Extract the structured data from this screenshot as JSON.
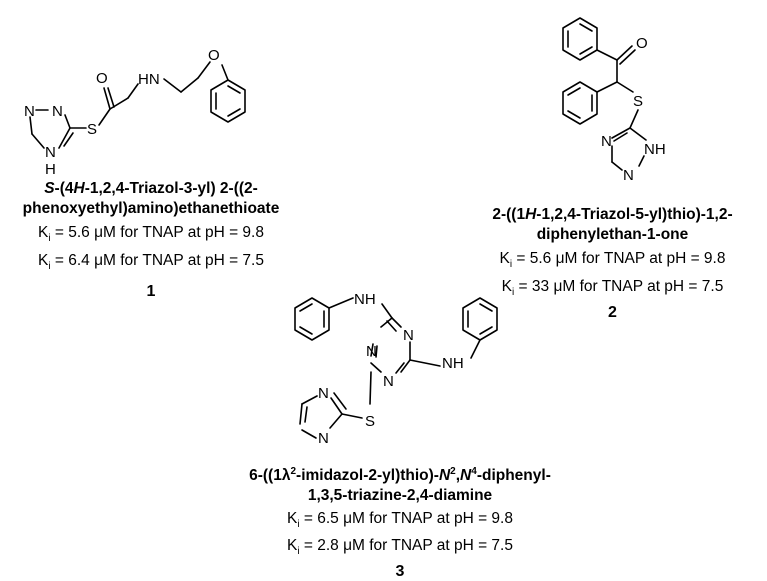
{
  "compounds": [
    {
      "number": "1",
      "name_line1_parts": [
        "S",
        "-(4",
        "H",
        "-1,2,4-Triazol-3-yl) 2-((2-"
      ],
      "name_line2": "phenoxyethyl)amino)ethanethioate",
      "ki": [
        {
          "prefix": "K",
          "sub": "i",
          "text": " = 5.6 μM for TNAP at pH = 9.8"
        },
        {
          "prefix": "K",
          "sub": "i",
          "text": " = 6.4 μM for TNAP at pH = 7.5"
        }
      ],
      "atom_labels": [
        "N",
        "N",
        "N",
        "H",
        "S",
        "O",
        "HN",
        "O"
      ]
    },
    {
      "number": "2",
      "name_line1_parts": [
        "2-((1",
        "H",
        "-1,2,4-Triazol-5-yl)thio)-1,2-"
      ],
      "name_line2": "diphenylethan-1-one",
      "ki": [
        {
          "prefix": "K",
          "sub": "i",
          "text": " = 5.6 μM for TNAP at pH = 9.8"
        },
        {
          "prefix": "K",
          "sub": "i",
          "text": " = 33 μM for TNAP at pH = 7.5"
        }
      ],
      "atom_labels": [
        "O",
        "S",
        "N",
        "NH",
        "N"
      ]
    },
    {
      "number": "3",
      "name_line1_parts": [
        "6-((1λ",
        "2",
        "-imidazol-2-yl)thio)-",
        "N",
        "2",
        ",",
        "N",
        "4",
        "-diphenyl-"
      ],
      "name_line2": "1,3,5-triazine-2,4-diamine",
      "ki": [
        {
          "prefix": "K",
          "sub": "i",
          "text": " = 6.5 μM for TNAP at pH = 9.8"
        },
        {
          "prefix": "K",
          "sub": "i",
          "text": " = 2.8 μM for TNAP at pH = 7.5"
        }
      ],
      "atom_labels": [
        "NH",
        "NH",
        "N",
        "N",
        "N",
        "N",
        "N",
        "S"
      ]
    }
  ]
}
